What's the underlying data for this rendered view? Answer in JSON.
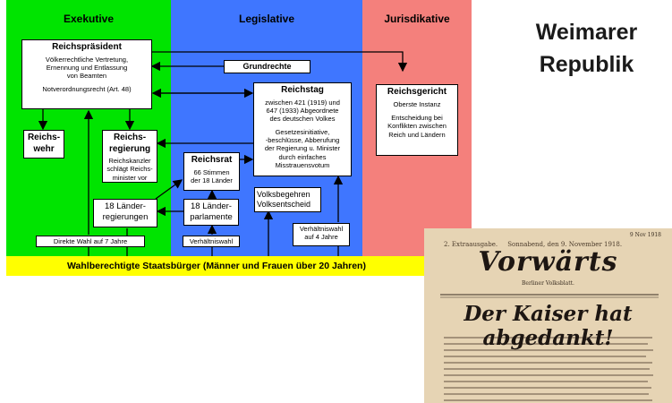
{
  "colors": {
    "exekutive": "#00e400",
    "legislative": "#3f76ff",
    "jurisdikative": "#f4807c",
    "footer": "#ffff00"
  },
  "columns": {
    "exekutive": "Exekutive",
    "legislative": "Legislative",
    "jurisdikative": "Jurisdikative"
  },
  "title": {
    "line1": "Weimarer",
    "line2": "Republik"
  },
  "boxes": {
    "reichspraesident": {
      "title": "Reichspräsident",
      "lines": [
        "Völkerrechtliche Vertretung,",
        "Ernennung und Entlassung",
        "von Beamten"
      ],
      "extra": "Notverordnungsrecht (Art. 48)"
    },
    "grundrechte": "Grundrechte",
    "reichswehr": {
      "line1": "Reichs-",
      "line2": "wehr"
    },
    "reichsregierung": {
      "title1": "Reichs-",
      "title2": "regierung",
      "lines": [
        "Reichskanzler",
        "schlägt Reichs-",
        "minister vor"
      ]
    },
    "reichstag": {
      "title": "Reichstag",
      "lines": [
        "zwischen 421 (1919) und",
        "647 (1933) Abgeordnete",
        "des deutschen Volkes"
      ],
      "lines2": [
        "Gesetzesinitiative,",
        "-beschlüsse, Abberufung",
        "der Regierung u. Minister",
        "durch einfaches",
        "Misstrauensvotum"
      ]
    },
    "reichsgericht": {
      "title": "Reichsgericht",
      "line1": "Oberste Instanz",
      "lines": [
        "Entscheidung bei",
        "Konflikten zwischen",
        "Reich und Ländern"
      ]
    },
    "reichsrat": {
      "title": "Reichsrat",
      "lines": [
        "66 Stimmen",
        "der 18 Länder"
      ]
    },
    "laenderregierungen": {
      "line1": "18 Länder-",
      "line2": "regierungen"
    },
    "laenderparlamente": {
      "line1": "18 Länder-",
      "line2": "parlamente"
    },
    "volksbegehren": {
      "line1": "Volksbegehren",
      "line2": "Volksentscheid"
    },
    "direktwahl": "Direkte Wahl auf 7 Jahre",
    "verhaeltniswahl": "Verhältniswahl",
    "verhaeltniswahl4": {
      "line1": "Verhältniswahl",
      "line2": "auf 4 Jahre"
    }
  },
  "footer": "Wahlberechtigte Staatsbürger (Männer und Frauen über 20 Jahren)",
  "newspaper": {
    "note": "9 Nov 1918",
    "issue": "2. Extraausgabe.",
    "date": "Sonnabend, den 9. November 1918.",
    "masthead": "Vorwärts",
    "subtitle": "Berliner Volksblatt.",
    "headline": "Der Kaiser hat abgedankt!"
  }
}
